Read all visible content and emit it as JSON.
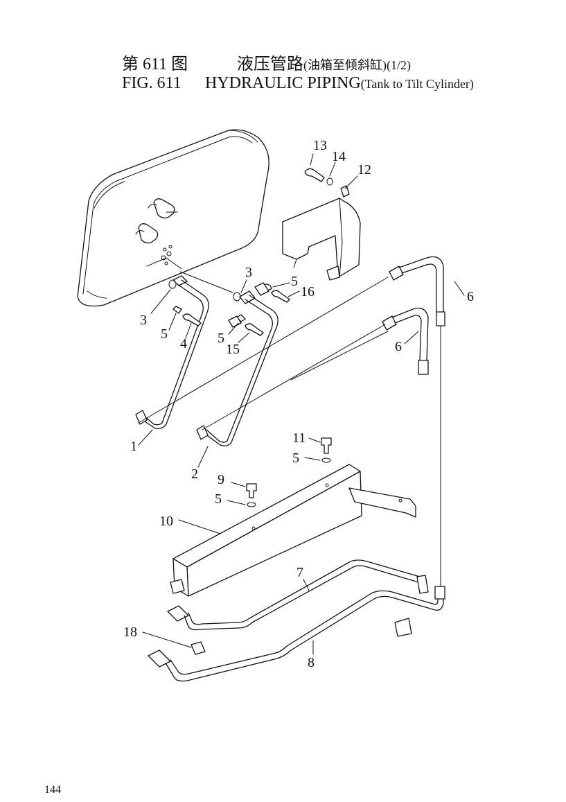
{
  "header": {
    "fig_cn": "第 611 图",
    "title_cn_main": "液压管路",
    "title_cn_paren": "(油箱至倾斜缸)",
    "title_cn_part": "(1/2)",
    "fig_en": "FIG. 611",
    "title_en_main": "HYDRAULIC PIPING",
    "title_en_paren": "(Tank to Tilt Cylinder)"
  },
  "callouts": {
    "c1": "1",
    "c2": "2",
    "c3a": "3",
    "c3b": "3",
    "c4": "4",
    "c5a": "5",
    "c5b": "5",
    "c5c": "5",
    "c5d": "5",
    "c5e": "5",
    "c6a": "6",
    "c6b": "6",
    "c7": "7",
    "c8": "8",
    "c9": "9",
    "c10": "10",
    "c11": "11",
    "c12": "12",
    "c13": "13",
    "c14": "14",
    "c15": "15",
    "c16": "16",
    "c18": "18"
  },
  "footer": {
    "page_number": "144"
  }
}
